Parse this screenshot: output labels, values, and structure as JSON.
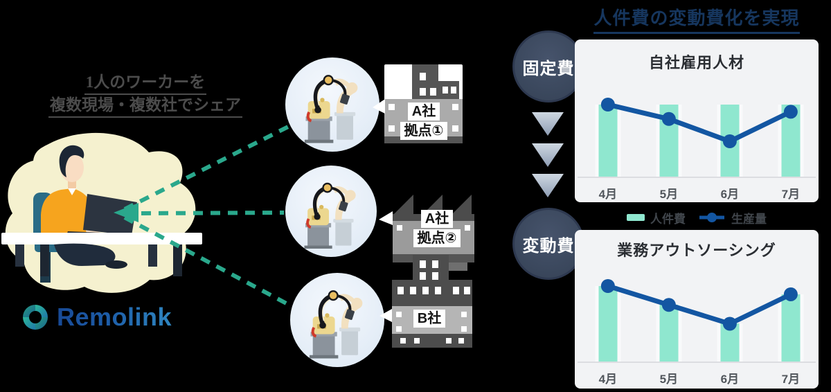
{
  "left_section": {
    "heading_line1": "1人のワーカーを",
    "heading_line2": "複数現場・複数社でシェア",
    "brand_name": "Remolink"
  },
  "sites": [
    {
      "name_line1": "A社",
      "name_line2": "拠点①"
    },
    {
      "name_line1": "A社",
      "name_line2": "拠点②"
    },
    {
      "name_line1": "B社",
      "name_line2": ""
    }
  ],
  "right_section": {
    "title": "人件費の変動費化を実現",
    "fixed_cost_badge": "固定費",
    "variable_cost_badge": "変動費",
    "legend": {
      "bar_label": "人件費",
      "line_label": "生産量"
    }
  },
  "chart_data": [
    {
      "type": "bar",
      "title": "自社雇用人材",
      "categories": [
        "4月",
        "5月",
        "6月",
        "7月"
      ],
      "series": [
        {
          "name": "人件費",
          "type": "bar",
          "values": [
            100,
            100,
            100,
            100
          ]
        },
        {
          "name": "生産量",
          "type": "line",
          "values": [
            100,
            80,
            49,
            90
          ]
        }
      ],
      "xlabel": "",
      "ylabel": "",
      "ylim": [
        0,
        110
      ],
      "grid": false,
      "legend_position": "below-panel"
    },
    {
      "type": "bar",
      "title": "業務アウトソーシング",
      "categories": [
        "4月",
        "5月",
        "6月",
        "7月"
      ],
      "series": [
        {
          "name": "人件費",
          "type": "bar",
          "values": [
            100,
            75,
            50,
            89
          ]
        },
        {
          "name": "生産量",
          "type": "line",
          "values": [
            100,
            75,
            50,
            89
          ]
        }
      ],
      "xlabel": "",
      "ylabel": "",
      "ylim": [
        0,
        110
      ],
      "grid": false,
      "legend_position": "below-panel"
    }
  ],
  "colors": {
    "bar": "#8fe7cf",
    "line": "#1356a2",
    "panel_bg": "#f2f3f5",
    "title_navy": "#16365e",
    "badge_bg": "#3d4a5f",
    "dashed_link": "#2aa88c",
    "blob": "#f5f1cf",
    "sweater": "#f6a41e"
  }
}
